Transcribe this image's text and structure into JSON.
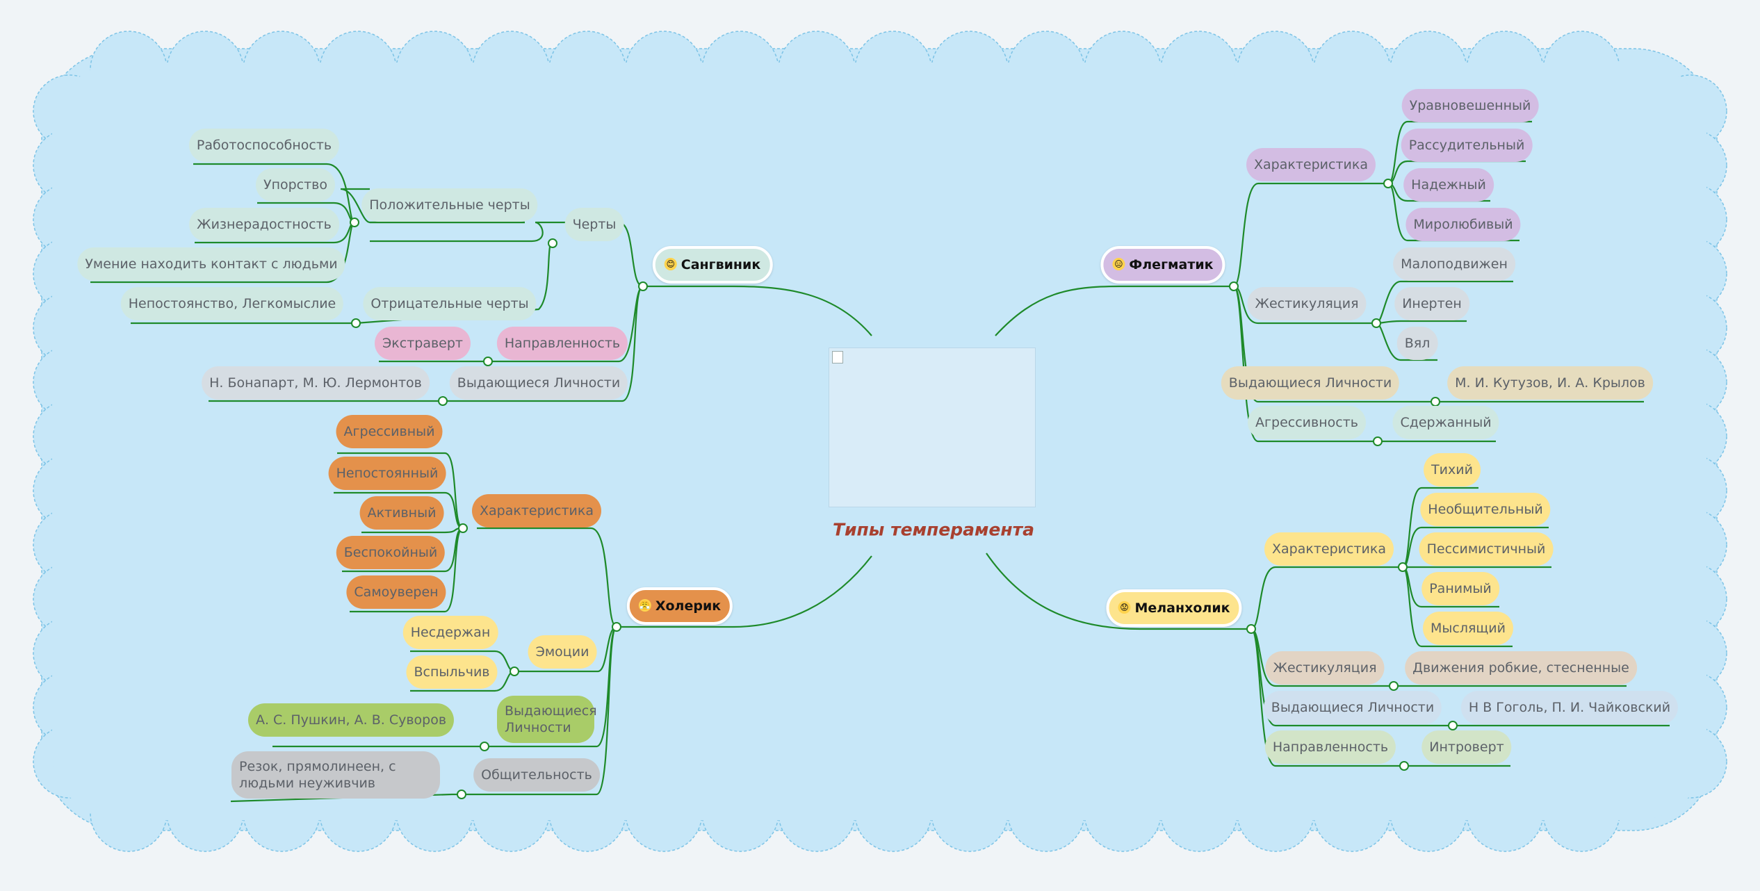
{
  "center": {
    "title": "Типы темперамента"
  },
  "colors": {
    "cloud": "#c7e7f8",
    "cloud_border": "#7cc3e6",
    "line": "#1e8a2a",
    "title": "#a8402f"
  },
  "sanguine": {
    "label": "Сангвиник",
    "emoji": "😊",
    "traits": "Черты",
    "positive": "Положительные черты",
    "positive_items": [
      "Работоспособность",
      "Упорство",
      "Жизнерадостность",
      "Умение находить контакт с людьми"
    ],
    "negative": "Отрицательные черты",
    "negative_items": [
      "Непостоянство, Легкомыслие"
    ],
    "direction": "Направленность",
    "direction_value": "Экстраверт",
    "people": "Выдающиеся Личности",
    "people_value": "Н. Бонапарт, М. Ю. Лермонтов"
  },
  "choleric": {
    "label": "Холерик",
    "emoji": "😤",
    "characteristic": "Характеристика",
    "characteristic_items": [
      "Агрессивный",
      "Непостоянный",
      "Активный",
      "Беспокойный",
      "Самоуверен"
    ],
    "emotions": "Эмоции",
    "emotions_items": [
      "Несдержан",
      "Вспыльчив"
    ],
    "people": "Выдающиеся Личности",
    "people_value": "А. С. Пушкин, А. В. Суворов",
    "sociability": "Общительность",
    "sociability_value": "Резок, прямолинеен, с людьми неуживчив"
  },
  "phlegmatic": {
    "label": "Флегматик",
    "emoji": "😑",
    "characteristic": "Характеристика",
    "characteristic_items": [
      "Уравновешенный",
      "Рассудительный",
      "Надежный",
      "Миролюбивый"
    ],
    "gestures": "Жестикуляция",
    "gestures_items": [
      "Малоподвижен",
      "Инертен",
      "Вял"
    ],
    "people": "Выдающиеся Личности",
    "people_value": "М. И. Кутузов, И. А. Крылов",
    "aggression": "Агрессивность",
    "aggression_value": "Сдержанный"
  },
  "melancholic": {
    "label": "Меланхолик",
    "emoji": "😟",
    "characteristic": "Характеристика",
    "characteristic_items": [
      "Тихий",
      "Необщительный",
      "Пессимистичный",
      "Ранимый",
      "Мыслящий"
    ],
    "gestures": "Жестикуляция",
    "gestures_value": "Движения робкие, стесненные",
    "people": "Выдающиеся Личности",
    "people_value": "Н В Гоголь, П. И. Чайковский",
    "direction": "Направленность",
    "direction_value": "Интроверт"
  }
}
